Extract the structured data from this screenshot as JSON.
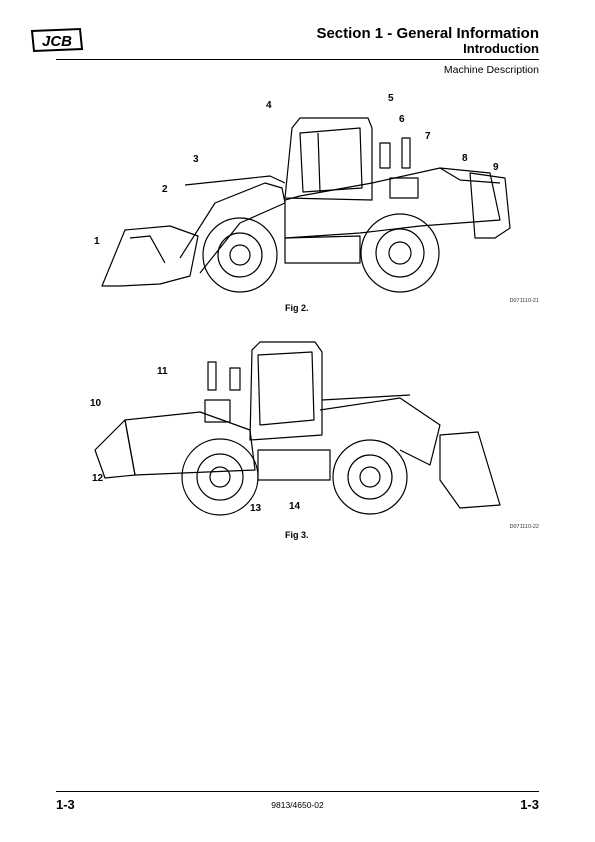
{
  "header": {
    "section_title": "Section 1 - General Information",
    "subtitle": "Introduction",
    "topic": "Machine Description"
  },
  "logo_icon": "jcb-logo-icon",
  "figures": [
    {
      "caption": "Fig 2.",
      "ref": "D071110-21",
      "callouts": [
        "1",
        "2",
        "3",
        "4",
        "5",
        "6",
        "7",
        "8",
        "9"
      ]
    },
    {
      "caption": "Fig 3.",
      "ref": "D071110-22",
      "callouts": [
        "10",
        "11",
        "12",
        "13",
        "14"
      ]
    }
  ],
  "footer": {
    "page_left": "1-3",
    "doc_number": "9813/4650-02",
    "page_right": "1-3"
  }
}
